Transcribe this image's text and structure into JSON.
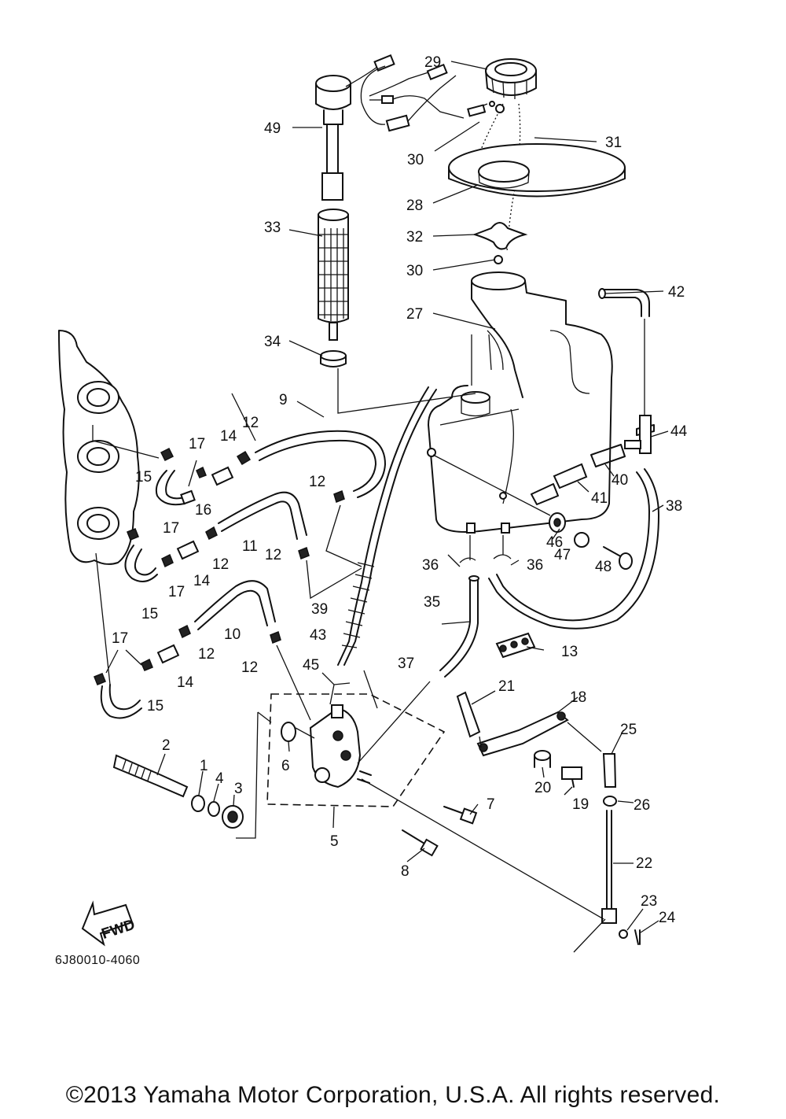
{
  "diagram": {
    "code": "6J80010-4060",
    "fwd_label": "FWD",
    "copyright": "©2013 Yamaha Motor Corporation, U.S.A. All rights reserved.",
    "callouts": [
      {
        "id": "49",
        "text": "49"
      },
      {
        "id": "29",
        "text": "29"
      },
      {
        "id": "30a",
        "text": "30"
      },
      {
        "id": "31",
        "text": "31"
      },
      {
        "id": "28",
        "text": "28"
      },
      {
        "id": "33",
        "text": "33"
      },
      {
        "id": "32",
        "text": "32"
      },
      {
        "id": "30b",
        "text": "30"
      },
      {
        "id": "42",
        "text": "42"
      },
      {
        "id": "27",
        "text": "27"
      },
      {
        "id": "34",
        "text": "34"
      },
      {
        "id": "9",
        "text": "9"
      },
      {
        "id": "12a",
        "text": "12"
      },
      {
        "id": "17a",
        "text": "17"
      },
      {
        "id": "14a",
        "text": "14"
      },
      {
        "id": "44",
        "text": "44"
      },
      {
        "id": "15a",
        "text": "15"
      },
      {
        "id": "16",
        "text": "16"
      },
      {
        "id": "12b",
        "text": "12"
      },
      {
        "id": "40",
        "text": "40"
      },
      {
        "id": "41",
        "text": "41"
      },
      {
        "id": "38",
        "text": "38"
      },
      {
        "id": "17b",
        "text": "17"
      },
      {
        "id": "11",
        "text": "11"
      },
      {
        "id": "12c",
        "text": "12"
      },
      {
        "id": "12d",
        "text": "12"
      },
      {
        "id": "46",
        "text": "46"
      },
      {
        "id": "47",
        "text": "47"
      },
      {
        "id": "48",
        "text": "48"
      },
      {
        "id": "17c",
        "text": "17"
      },
      {
        "id": "14b",
        "text": "14"
      },
      {
        "id": "36a",
        "text": "36"
      },
      {
        "id": "36b",
        "text": "36"
      },
      {
        "id": "15b",
        "text": "15"
      },
      {
        "id": "39",
        "text": "39"
      },
      {
        "id": "35",
        "text": "35"
      },
      {
        "id": "10",
        "text": "10"
      },
      {
        "id": "13",
        "text": "13"
      },
      {
        "id": "43",
        "text": "43"
      },
      {
        "id": "17d",
        "text": "17"
      },
      {
        "id": "12e",
        "text": "12"
      },
      {
        "id": "12f",
        "text": "12"
      },
      {
        "id": "37",
        "text": "37"
      },
      {
        "id": "14c",
        "text": "14"
      },
      {
        "id": "45",
        "text": "45"
      },
      {
        "id": "21",
        "text": "21"
      },
      {
        "id": "18",
        "text": "18"
      },
      {
        "id": "15c",
        "text": "15"
      },
      {
        "id": "25",
        "text": "25"
      },
      {
        "id": "2",
        "text": "2"
      },
      {
        "id": "6",
        "text": "6"
      },
      {
        "id": "1",
        "text": "1"
      },
      {
        "id": "4",
        "text": "4"
      },
      {
        "id": "20",
        "text": "20"
      },
      {
        "id": "19",
        "text": "19"
      },
      {
        "id": "3",
        "text": "3"
      },
      {
        "id": "7",
        "text": "7"
      },
      {
        "id": "26",
        "text": "26"
      },
      {
        "id": "5",
        "text": "5"
      },
      {
        "id": "22",
        "text": "22"
      },
      {
        "id": "8",
        "text": "8"
      },
      {
        "id": "23",
        "text": "23"
      },
      {
        "id": "24",
        "text": "24"
      }
    ]
  }
}
